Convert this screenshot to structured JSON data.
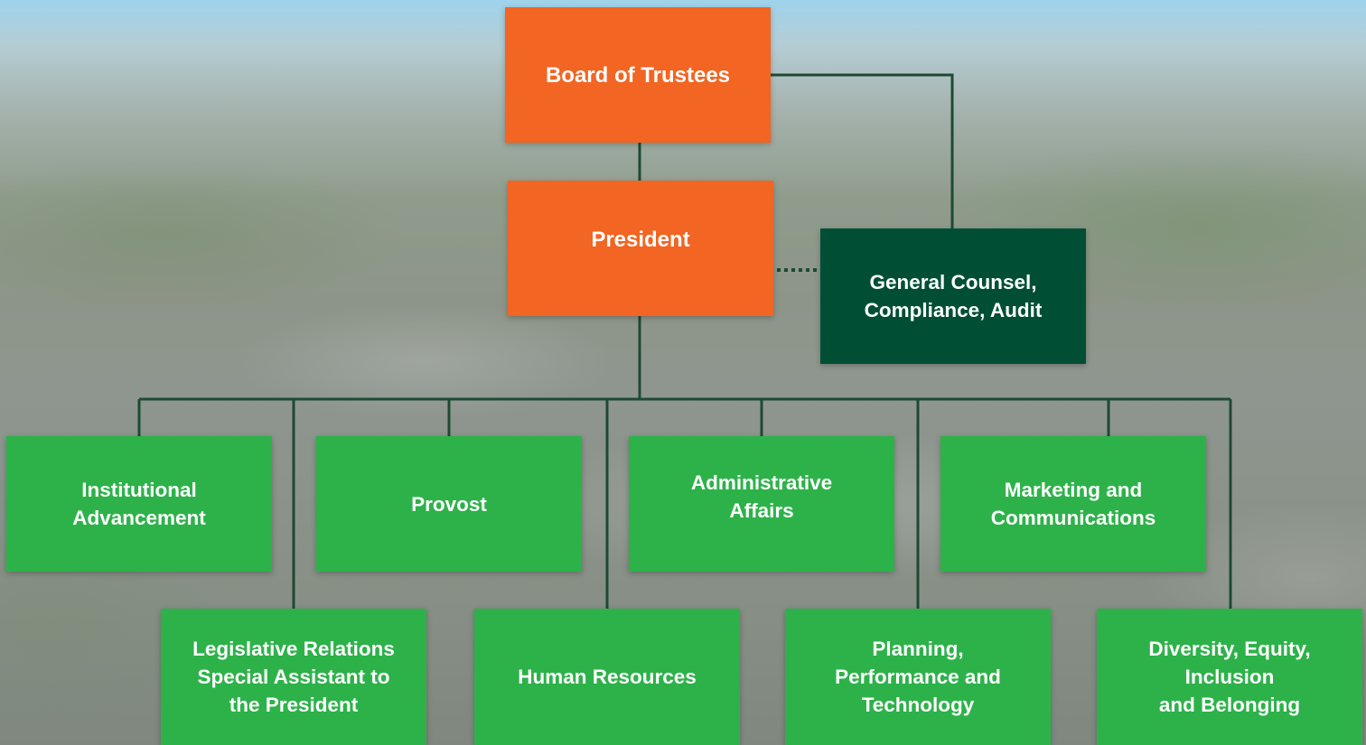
{
  "colors": {
    "top_level": "#f26522",
    "counsel": "#004f35",
    "units": "#2db24a",
    "connector": "#1d4a33"
  },
  "chart": {
    "board": "Board of Trustees",
    "president": "President",
    "counsel": "General Counsel,\nCompliance, Audit",
    "units_row1": [
      "Institutional\nAdvancement",
      "Provost",
      "Administrative\nAffairs",
      "Marketing and\nCommunications"
    ],
    "units_row2": [
      "Legislative Relations\nSpecial Assistant to\nthe President",
      "Human Resources",
      "Planning,\nPerformance and\nTechnology",
      "Diversity, Equity,\nInclusion\nand Belonging"
    ]
  }
}
